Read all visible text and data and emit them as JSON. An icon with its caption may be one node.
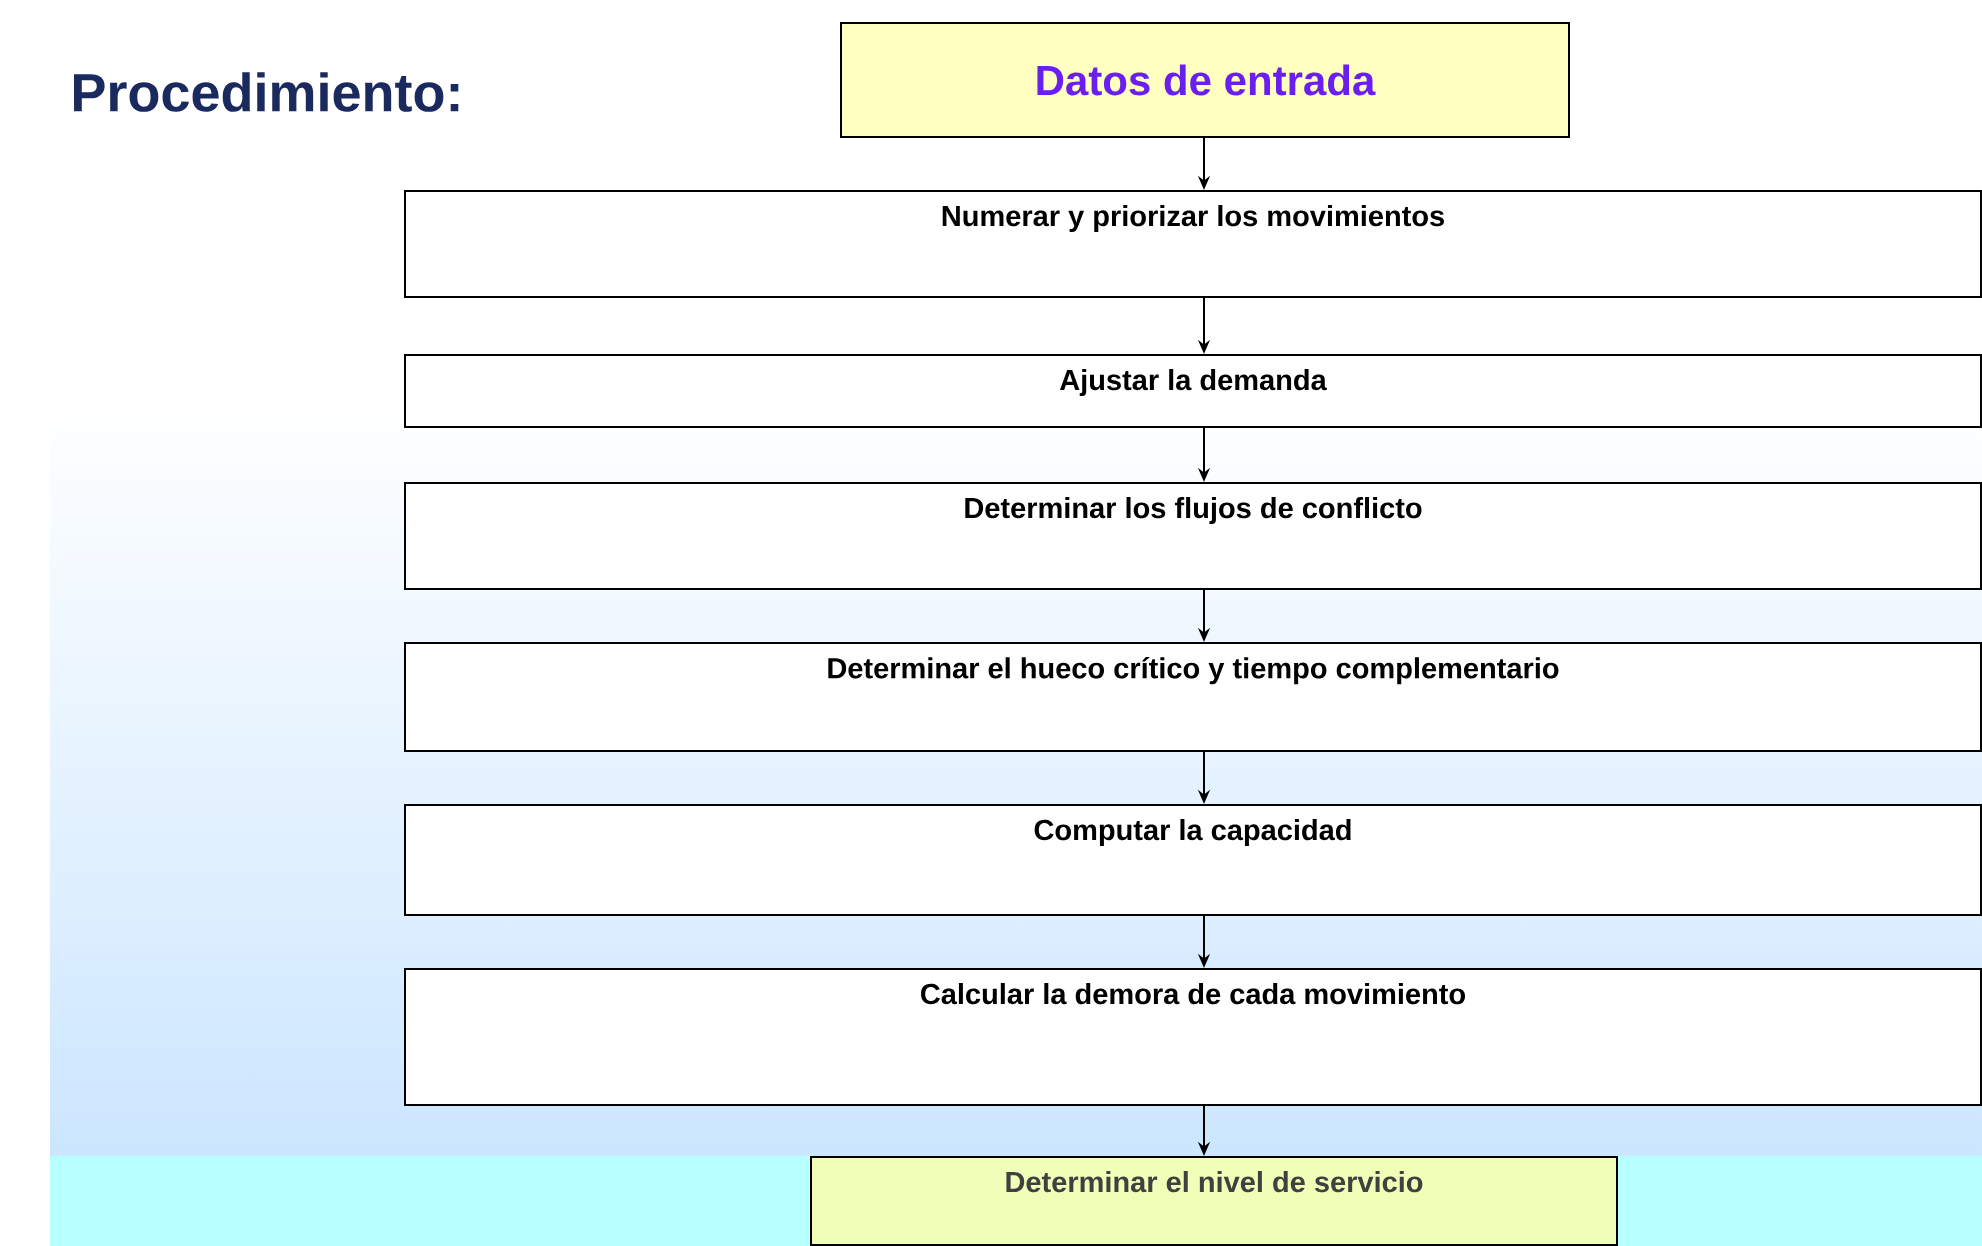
{
  "diagram": {
    "title": "Procedimiento:",
    "nodes": [
      {
        "text": [
          "Datos de entrada"
        ]
      },
      {
        "text": [
          "Numerar y priorizar los movimientos"
        ]
      },
      {
        "text": [
          "Ajustar la demanda"
        ]
      },
      {
        "text": [
          "Determinar los flujos de conflicto"
        ]
      },
      {
        "text": [
          "Determinar el hueco crítico y tiempo complementario"
        ]
      },
      {
        "text": [
          "Computar la capacidad"
        ]
      },
      {
        "text": [
          "Calcular la demora de cada movimiento"
        ]
      },
      {
        "text": [
          "Determinar el nivel de servicio"
        ]
      }
    ],
    "edges": [
      {
        "from": 0,
        "to": 1,
        "arrow": "to"
      },
      {
        "from": 1,
        "to": 2,
        "arrow": "to"
      },
      {
        "from": 2,
        "to": 3,
        "arrow": "to"
      },
      {
        "from": 3,
        "to": 4,
        "arrow": "to"
      },
      {
        "from": 4,
        "to": 5,
        "arrow": "to"
      },
      {
        "from": 5,
        "to": 6,
        "arrow": "to"
      },
      {
        "from": 6,
        "to": 7,
        "arrow": "to"
      }
    ]
  }
}
